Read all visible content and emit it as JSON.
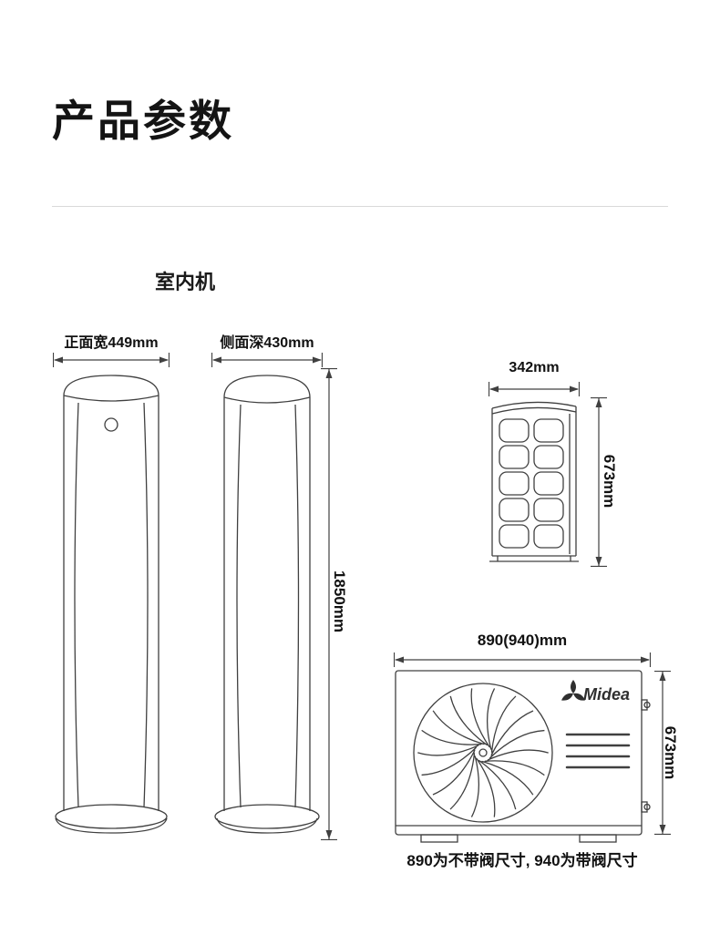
{
  "page": {
    "title": "产品参数"
  },
  "indoor": {
    "section_label": "室内机",
    "front_width_label": "正面宽449mm",
    "side_depth_label": "侧面深430mm",
    "height_label": "1850mm"
  },
  "outdoor": {
    "side_view": {
      "width_label": "342mm",
      "height_label": "673mm"
    },
    "front_view": {
      "width_label": "890(940)mm",
      "height_label": "673mm",
      "brand": "Midea",
      "note": "890为不带阀尺寸, 940为带阀尺寸"
    }
  },
  "colors": {
    "line": "#404040",
    "text": "#111111",
    "divider": "#d9d9d9",
    "background": "#ffffff"
  }
}
